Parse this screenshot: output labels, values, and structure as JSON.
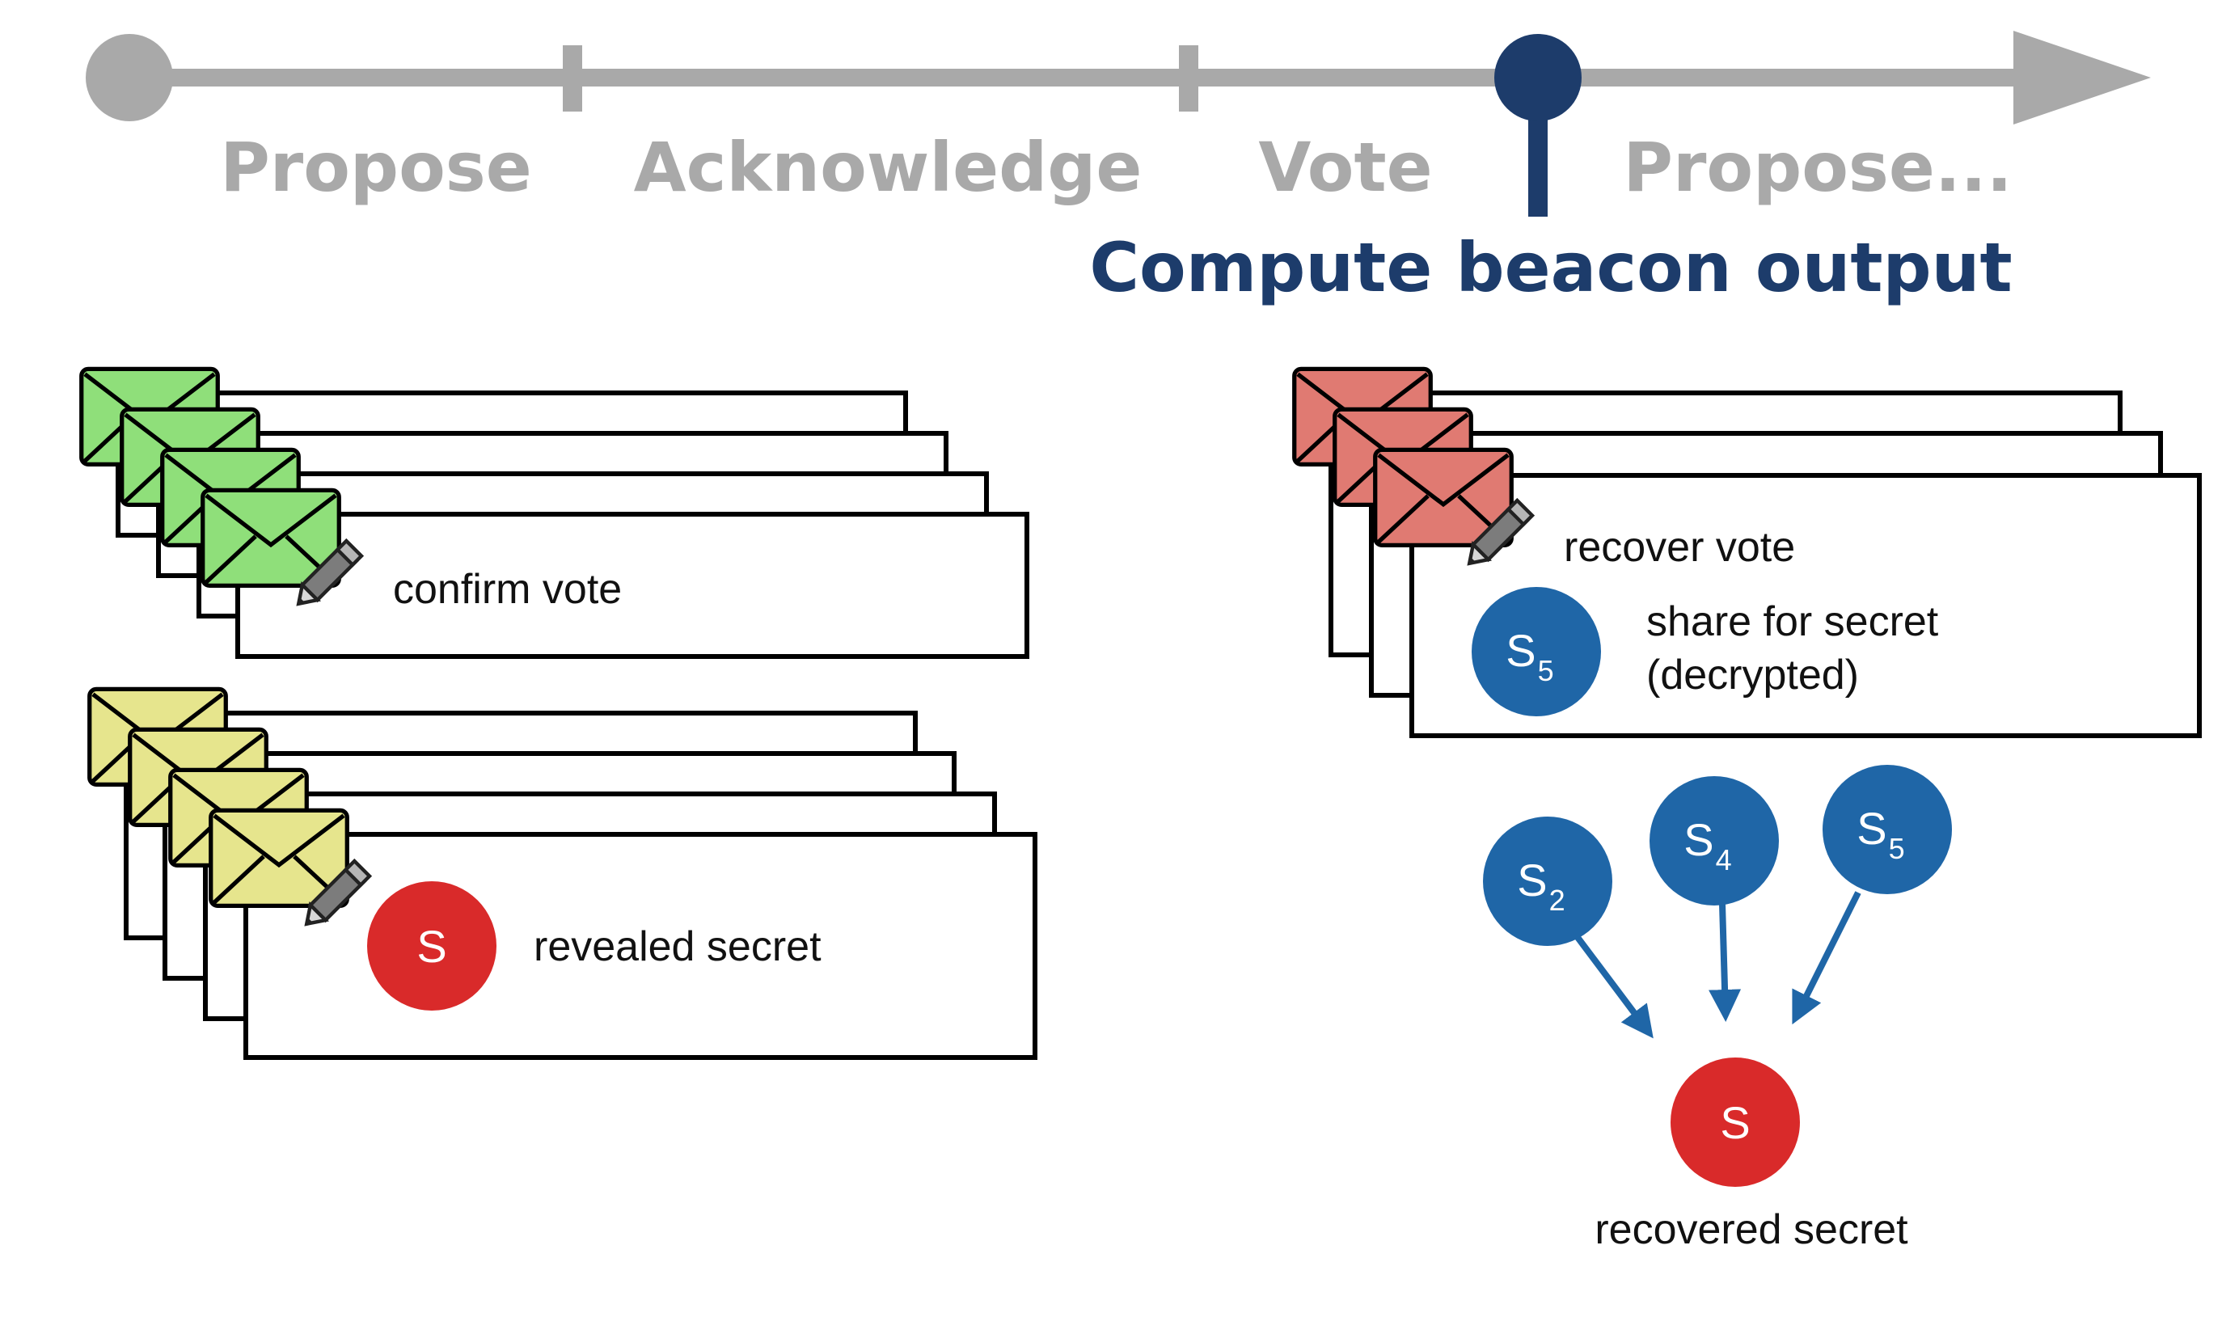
{
  "timeline": {
    "phases": [
      "Propose",
      "Acknowledge",
      "Vote",
      "Propose..."
    ],
    "current_step": "Compute beacon output"
  },
  "left": {
    "confirm_label": "confirm vote",
    "revealed_label": "revealed secret",
    "secret_symbol": "S"
  },
  "right": {
    "recover_label": "recover vote",
    "share_line1": "share for secret",
    "share_line2": "(decrypted)",
    "share_symbol": "S",
    "share_index": "5",
    "shares": [
      {
        "symbol": "S",
        "index": "2"
      },
      {
        "symbol": "S",
        "index": "4"
      },
      {
        "symbol": "S",
        "index": "5"
      }
    ],
    "recovered_symbol": "S",
    "recovered_label": "recovered secret"
  },
  "colors": {
    "timeline_gray": "#a9a9a9",
    "current_navy": "#1d3c6b",
    "share_blue": "#1f66a7",
    "secret_red": "#d92a2a",
    "envelope_green": "#8fdf7a",
    "envelope_yellow": "#e6e58d",
    "envelope_red": "#e07a72"
  },
  "icons": [
    "envelope-icon",
    "pencil-icon",
    "arrow-icon"
  ]
}
